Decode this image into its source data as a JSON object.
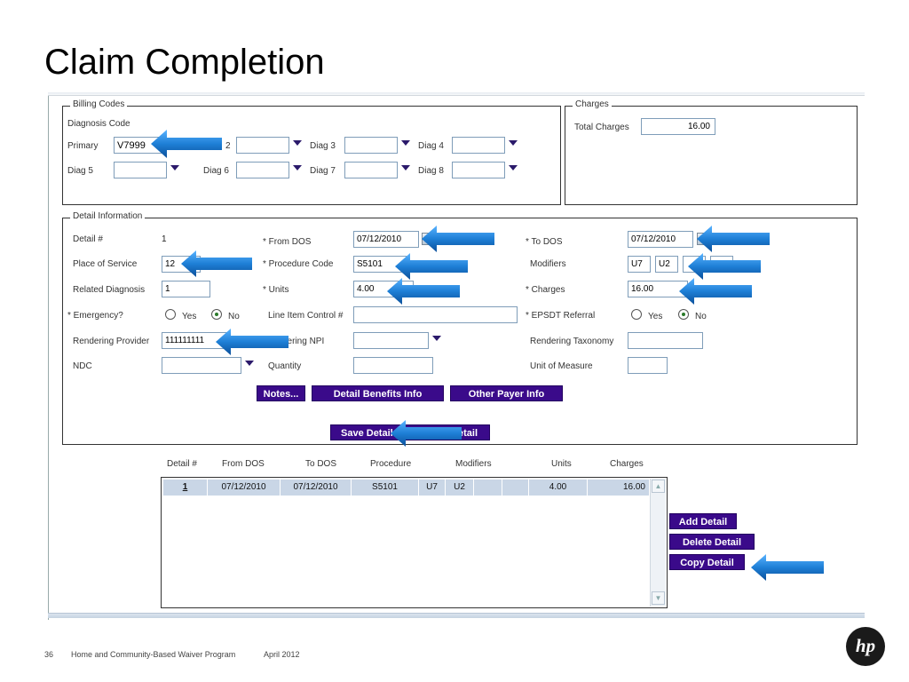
{
  "slide": {
    "title": "Claim Completion",
    "page_number": "36",
    "program": "Home and Community-Based Waiver Program",
    "date": "April 2012"
  },
  "billing": {
    "legend": "Billing Codes",
    "diagnosis_code_label": "Diagnosis Code",
    "primary_label": "Primary",
    "primary_value": "V7999",
    "diag2_label": "2",
    "diag3_label": "Diag 3",
    "diag4_label": "Diag 4",
    "diag5_label": "Diag 5",
    "diag6_label": "Diag 6",
    "diag7_label": "Diag 7",
    "diag8_label": "Diag 8"
  },
  "charges": {
    "legend": "Charges",
    "total_label": "Total Charges",
    "total_value": "16.00"
  },
  "detail": {
    "legend": "Detail Information",
    "detail_no_label": "Detail #",
    "detail_no_value": "1",
    "from_dos_label": "* From DOS",
    "from_dos_value": "07/12/2010",
    "to_dos_label": "* To DOS",
    "to_dos_value": "07/12/2010",
    "pos_label": "Place of Service",
    "pos_value": "12",
    "proc_label": "* Procedure Code",
    "proc_value": "S5101",
    "modifiers_label": "Modifiers",
    "mod1": "U7",
    "mod2": "U2",
    "rel_diag_label": "Related Diagnosis",
    "rel_diag_value": "1",
    "units_label": "* Units",
    "units_value": "4.00",
    "charges_label": "* Charges",
    "charges_value": "16.00",
    "emergency_label": "* Emergency?",
    "yes_label": "Yes",
    "no_label": "No",
    "line_item_label": "Line Item Control #",
    "epsdt_label": "* EPSDT Referral",
    "rend_prov_label": "Rendering Provider",
    "rend_prov_value": "111111111",
    "rend_npi_label": "dering NPI",
    "rend_tax_label": "Rendering Taxonomy",
    "ndc_label": "NDC",
    "quantity_label": "Quantity",
    "uom_label": "Unit of Measure"
  },
  "buttons": {
    "notes": "Notes...",
    "benefits": "Detail Benefits Info",
    "other_payer": "Other Payer Info",
    "save_detail_left": "Save Detail",
    "save_detail_right": "etail",
    "add_detail": "Add Detail",
    "delete_detail": "Delete Detail",
    "copy_detail": "Copy Detail"
  },
  "grid": {
    "headers": [
      "Detail #",
      "From DOS",
      "To DOS",
      "Procedure",
      "Modifiers",
      "Units",
      "Charges"
    ],
    "row": {
      "detail": "1",
      "from": "07/12/2010",
      "to": "07/12/2010",
      "procedure": "S5101",
      "mod1": "U7",
      "mod2": "U2",
      "units": "4.00",
      "charges": "16.00"
    }
  },
  "colors": {
    "button": "#3a0a8a",
    "arrow": "#1e7fd6",
    "selected_row": "#c9d6e6"
  },
  "icons": {
    "arrow": "blue-left-arrow",
    "calendar": "calendar-icon",
    "dropdown": "dropdown-triangle-icon",
    "logo": "hp-logo"
  }
}
